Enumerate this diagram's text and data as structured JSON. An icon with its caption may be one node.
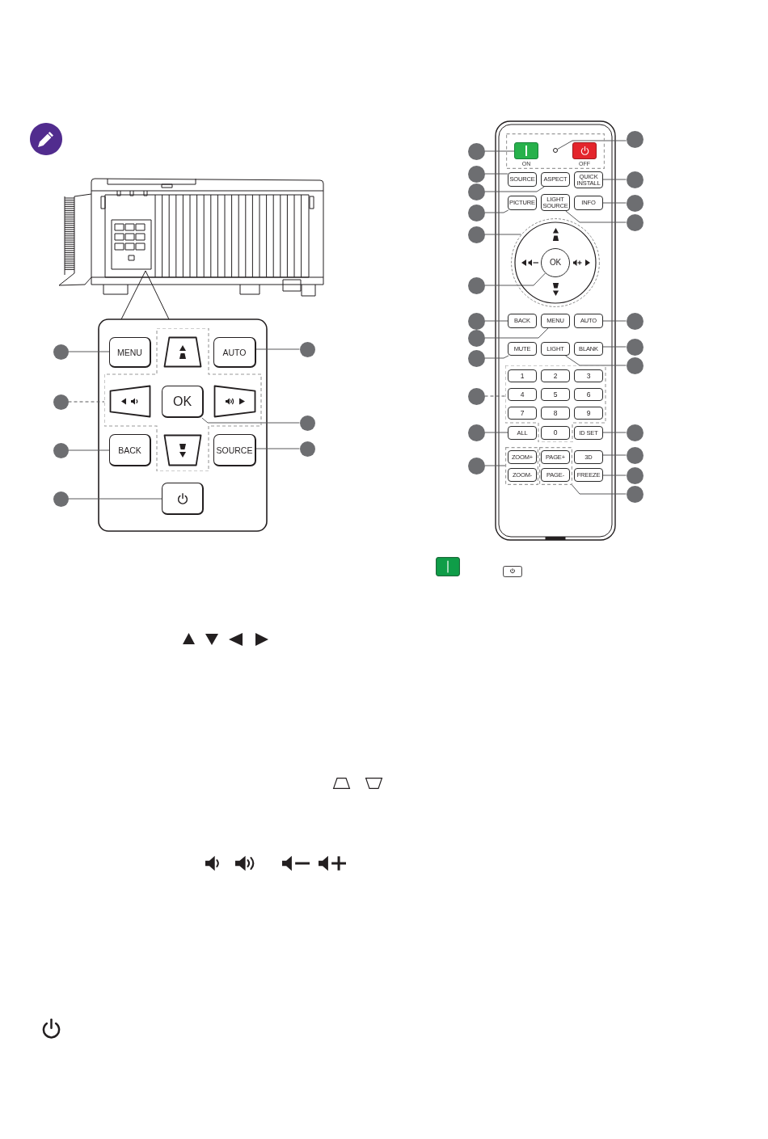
{
  "diagram": {
    "nodes": [
      {
        "text": [
          "MENU"
        ]
      },
      {
        "text": [],
        "shape": "box"
      },
      {
        "text": [],
        "shape": "box",
        "in": 1
      },
      {
        "text": [
          "AUTO"
        ]
      },
      {
        "text": [],
        "shape": "box",
        "in": 1
      },
      {
        "text": [
          "OK"
        ],
        "in": 1
      },
      {
        "text": [],
        "shape": "box",
        "in": 1
      },
      {
        "text": [
          "BACK"
        ]
      },
      {
        "text": [],
        "shape": "box",
        "in": 1
      },
      {
        "text": [
          "SOURCE"
        ]
      },
      {
        "text": [],
        "shape": "box"
      },
      {
        "text": [],
        "shape": "circle"
      },
      {
        "text": [],
        "shape": "circle"
      },
      {
        "text": [],
        "shape": "circle"
      },
      {
        "text": [],
        "shape": "circle"
      },
      {
        "text": [],
        "shape": "circle"
      },
      {
        "text": [],
        "shape": "circle"
      },
      {
        "text": [],
        "shape": "circle"
      },
      {
        "text": [],
        "shape": "box"
      },
      {
        "text": [
          "ON"
        ],
        "in": 18
      },
      {
        "text": [],
        "shape": "circle",
        "in": 18
      },
      {
        "text": [
          "OFF"
        ],
        "in": 18
      },
      {
        "text": [
          "SOURCE"
        ]
      },
      {
        "text": [
          "ASPECT"
        ]
      },
      {
        "text": [
          "QUICK INSTALL"
        ]
      },
      {
        "text": [
          "PICTURE"
        ]
      },
      {
        "text": [
          "LIGHT SOURCE"
        ]
      },
      {
        "text": [
          "INFO"
        ]
      },
      {
        "text": [],
        "shape": "circle"
      },
      {
        "text": [
          "OK"
        ],
        "in": 28
      },
      {
        "text": [
          "BACK"
        ]
      },
      {
        "text": [
          "MENU"
        ]
      },
      {
        "text": [
          "AUTO"
        ]
      },
      {
        "text": [
          "MUTE"
        ]
      },
      {
        "text": [
          "LIGHT"
        ]
      },
      {
        "text": [
          "BLANK"
        ]
      },
      {
        "text": [],
        "shape": "box"
      },
      {
        "text": [
          "1"
        ],
        "in": 36
      },
      {
        "text": [
          "2"
        ],
        "in": 36
      },
      {
        "text": [
          "3"
        ],
        "in": 36
      },
      {
        "text": [
          "4"
        ],
        "in": 36
      },
      {
        "text": [
          "5"
        ],
        "in": 36
      },
      {
        "text": [
          "6"
        ],
        "in": 36
      },
      {
        "text": [
          "7"
        ],
        "in": 36
      },
      {
        "text": [
          "8"
        ],
        "in": 36
      },
      {
        "text": [
          "9"
        ],
        "in": 36
      },
      {
        "text": [
          "0"
        ],
        "in": 36
      },
      {
        "text": [
          "ALL"
        ]
      },
      {
        "text": [
          "ID SET"
        ]
      },
      {
        "text": [],
        "shape": "box"
      },
      {
        "text": [
          "ZOOM+"
        ],
        "in": 49
      },
      {
        "text": [
          "ZOOM-"
        ],
        "in": 49
      },
      {
        "text": [],
        "shape": "box"
      },
      {
        "text": [
          "PAGE+"
        ],
        "in": 52
      },
      {
        "text": [
          "PAGE-"
        ],
        "in": 52
      },
      {
        "text": [
          "3D"
        ]
      },
      {
        "text": [
          "FREEZE"
        ]
      },
      {
        "text": [],
        "shape": "circle"
      },
      {
        "text": [],
        "shape": "circle"
      },
      {
        "text": [],
        "shape": "circle"
      },
      {
        "text": [],
        "shape": "circle"
      },
      {
        "text": [],
        "shape": "circle"
      },
      {
        "text": [],
        "shape": "circle"
      },
      {
        "text": [],
        "shape": "circle"
      },
      {
        "text": [],
        "shape": "circle"
      },
      {
        "text": [],
        "shape": "circle"
      },
      {
        "text": [],
        "shape": "circle"
      },
      {
        "text": [],
        "shape": "circle"
      },
      {
        "text": [],
        "shape": "circle"
      },
      {
        "text": [],
        "shape": "circle"
      },
      {
        "text": [],
        "shape": "circle"
      },
      {
        "text": [],
        "shape": "circle"
      },
      {
        "text": [],
        "shape": "circle"
      },
      {
        "text": [],
        "shape": "circle"
      },
      {
        "text": [],
        "shape": "circle"
      },
      {
        "text": [],
        "shape": "circle"
      },
      {
        "text": [],
        "shape": "circle"
      },
      {
        "text": [],
        "shape": "circle"
      },
      {
        "text": [],
        "shape": "circle"
      },
      {
        "text": [],
        "shape": "circle"
      }
    ],
    "edges": [
      {
        "from": 11,
        "to": 0,
        "arrow": "none"
      },
      {
        "from": 12,
        "to": 1,
        "arrow": "none",
        "style": "dashed"
      },
      {
        "from": 13,
        "to": 7,
        "arrow": "none"
      },
      {
        "from": 14,
        "to": 10,
        "arrow": "none"
      },
      {
        "from": 15,
        "to": 3,
        "arrow": "none"
      },
      {
        "from": 16,
        "to": 5,
        "arrow": "none"
      },
      {
        "from": 17,
        "to": 9,
        "arrow": "none"
      },
      {
        "from": 57,
        "to": 19,
        "arrow": "none"
      },
      {
        "from": 58,
        "to": 22,
        "arrow": "none"
      },
      {
        "from": 59,
        "to": 23,
        "arrow": "none"
      },
      {
        "from": 60,
        "to": 25,
        "arrow": "none"
      },
      {
        "from": 61,
        "to": 28,
        "arrow": "none"
      },
      {
        "from": 62,
        "to": 29,
        "arrow": "none"
      },
      {
        "from": 63,
        "to": 30,
        "arrow": "none"
      },
      {
        "from": 64,
        "to": 31,
        "arrow": "none"
      },
      {
        "from": 65,
        "to": 33,
        "arrow": "none"
      },
      {
        "from": 66,
        "to": 36,
        "arrow": "none",
        "style": "dashed"
      },
      {
        "from": 67,
        "to": 47,
        "arrow": "none"
      },
      {
        "from": 68,
        "to": 49,
        "arrow": "none"
      },
      {
        "from": 69,
        "to": 20,
        "arrow": "none"
      },
      {
        "from": 70,
        "to": 24,
        "arrow": "none"
      },
      {
        "from": 71,
        "to": 27,
        "arrow": "none"
      },
      {
        "from": 72,
        "to": 26,
        "arrow": "none"
      },
      {
        "from": 73,
        "to": 32,
        "arrow": "none"
      },
      {
        "from": 74,
        "to": 35,
        "arrow": "none"
      },
      {
        "from": 75,
        "to": 34,
        "arrow": "none"
      },
      {
        "from": 76,
        "to": 48,
        "arrow": "none"
      },
      {
        "from": 77,
        "to": 55,
        "arrow": "none"
      },
      {
        "from": 78,
        "to": 56,
        "arrow": "none"
      },
      {
        "from": 79,
        "to": 52,
        "arrow": "none"
      }
    ]
  }
}
